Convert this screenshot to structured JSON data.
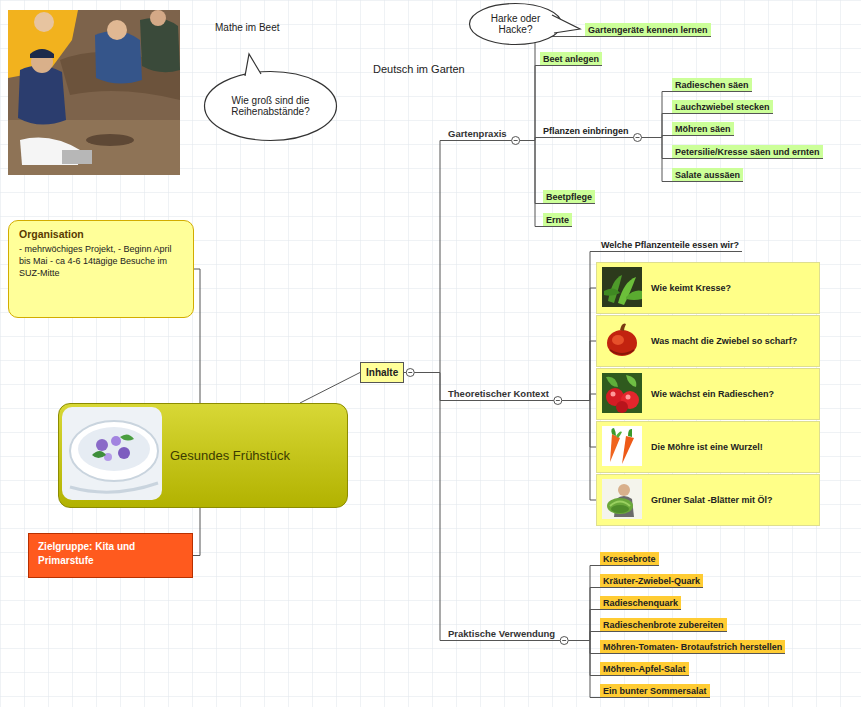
{
  "diagram": {
    "nodes": [
      {
        "text": [
          "Wie groß sind die Reihenabstände?"
        ]
      },
      {
        "text": [
          "Harke oder Hacke?"
        ]
      },
      {
        "text": [
          "Organisation",
          "- mehrwöchiges Projekt, - Beginn April bis Mai - ca 4-6 14tägige Besuche im SUZ-Mitte"
        ]
      },
      {
        "text": [
          "Gesundes Frühstück"
        ]
      },
      {
        "text": [
          "Zielgruppe: Kita und Primarstufe"
        ]
      },
      {
        "text": [
          "Inhalte"
        ]
      },
      {
        "text": [
          "Gartenpraxis"
        ]
      },
      {
        "text": [
          "Gartengeräte kennen lernen"
        ]
      },
      {
        "text": [
          "Beet anlegen"
        ]
      },
      {
        "text": [
          "Pflanzen einbringen"
        ]
      },
      {
        "text": [
          "Radieschen säen"
        ]
      },
      {
        "text": [
          "Lauchzwiebel stecken"
        ]
      },
      {
        "text": [
          "Möhren säen"
        ]
      },
      {
        "text": [
          "Petersilie/Kresse säen und ernten"
        ]
      },
      {
        "text": [
          "Salate aussäen"
        ]
      },
      {
        "text": [
          "Beetpflege"
        ]
      },
      {
        "text": [
          "Ernte"
        ]
      },
      {
        "text": [
          "Theoretischer Kontext"
        ]
      },
      {
        "text": [
          "Welche Pflanzenteile essen wir?"
        ]
      },
      {
        "text": [
          "Wie keimt Kresse?"
        ]
      },
      {
        "text": [
          "Was macht die Zwiebel so scharf?"
        ]
      },
      {
        "text": [
          "Wie wächst ein Radieschen?"
        ]
      },
      {
        "text": [
          "Die Möhre ist eine Wurzel!"
        ]
      },
      {
        "text": [
          "Grüner Salat -Blätter mit Öl?"
        ]
      },
      {
        "text": [
          "Praktische Verwendung"
        ]
      },
      {
        "text": [
          "Kressebrote"
        ]
      },
      {
        "text": [
          "Kräuter-Zwiebel-Quark"
        ]
      },
      {
        "text": [
          "Radieschenquark"
        ]
      },
      {
        "text": [
          "Radieschenbrote zubereiten"
        ]
      },
      {
        "text": [
          "Möhren-Tomaten- Brotaufstrich herstellen"
        ]
      },
      {
        "text": [
          "Möhren-Apfel-Salat"
        ]
      },
      {
        "text": [
          "Ein bunter Sommersalat"
        ]
      }
    ],
    "edges": [
      {
        "from": 3,
        "to": 2,
        "arrow": "none"
      },
      {
        "from": 3,
        "to": 4,
        "arrow": "none"
      },
      {
        "from": 3,
        "to": 5,
        "arrow": "none"
      },
      {
        "from": 5,
        "to": 6,
        "arrow": "none"
      },
      {
        "from": 5,
        "to": 17,
        "arrow": "none"
      },
      {
        "from": 5,
        "to": 24,
        "arrow": "none"
      },
      {
        "from": 6,
        "to": 7,
        "arrow": "none"
      },
      {
        "from": 6,
        "to": 8,
        "arrow": "none"
      },
      {
        "from": 6,
        "to": 9,
        "arrow": "none"
      },
      {
        "from": 6,
        "to": 15,
        "arrow": "none"
      },
      {
        "from": 6,
        "to": 16,
        "arrow": "none"
      },
      {
        "from": 9,
        "to": 10,
        "arrow": "none"
      },
      {
        "from": 9,
        "to": 11,
        "arrow": "none"
      },
      {
        "from": 9,
        "to": 12,
        "arrow": "none"
      },
      {
        "from": 9,
        "to": 13,
        "arrow": "none"
      },
      {
        "from": 9,
        "to": 14,
        "arrow": "none"
      },
      {
        "from": 17,
        "to": 18,
        "arrow": "none"
      },
      {
        "from": 17,
        "to": 19,
        "arrow": "none"
      },
      {
        "from": 17,
        "to": 20,
        "arrow": "none"
      },
      {
        "from": 17,
        "to": 21,
        "arrow": "none"
      },
      {
        "from": 17,
        "to": 22,
        "arrow": "none"
      },
      {
        "from": 17,
        "to": 23,
        "arrow": "none"
      },
      {
        "from": 24,
        "to": 25,
        "arrow": "none"
      },
      {
        "from": 24,
        "to": 26,
        "arrow": "none"
      },
      {
        "from": 24,
        "to": 27,
        "arrow": "none"
      },
      {
        "from": 24,
        "to": 28,
        "arrow": "none"
      },
      {
        "from": 24,
        "to": 29,
        "arrow": "none"
      },
      {
        "from": 24,
        "to": 30,
        "arrow": "none"
      },
      {
        "from": 24,
        "to": 31,
        "arrow": "none"
      }
    ],
    "labels": [
      "Mathe im Beet",
      "Deutsch im Garten"
    ]
  }
}
